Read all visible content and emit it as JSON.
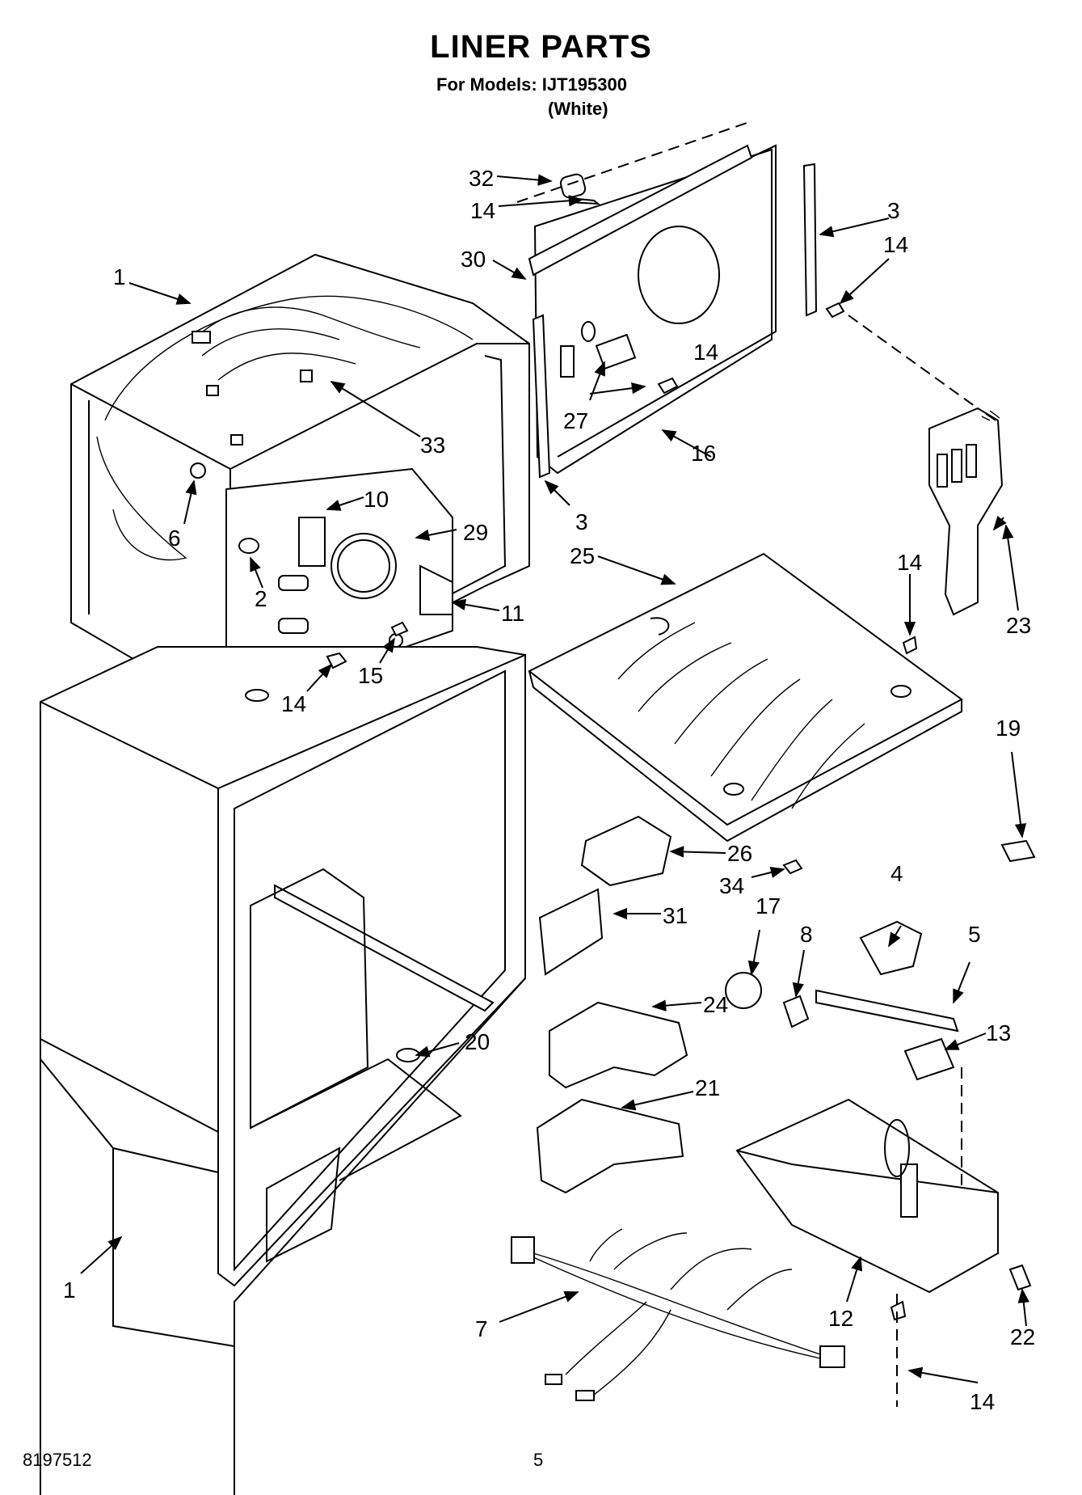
{
  "header": {
    "title": "LINER PARTS",
    "models": "For Models: IJT195300",
    "variant": "(White)"
  },
  "footer": {
    "doc_number": "8197512",
    "page_number": "5"
  },
  "callouts": {
    "c1a": "1",
    "c1b": "1",
    "c2": "2",
    "c3a": "3",
    "c3b": "3",
    "c4": "4",
    "c5": "5",
    "c6": "6",
    "c7": "7",
    "c8": "8",
    "c10": "10",
    "c11": "11",
    "c12": "12",
    "c13": "13",
    "c14a": "14",
    "c14b": "14",
    "c14c": "14",
    "c14d": "14",
    "c14e": "14",
    "c14f": "14",
    "c15": "15",
    "c16": "16",
    "c17": "17",
    "c19": "19",
    "c20": "20",
    "c21": "21",
    "c22": "22",
    "c23": "23",
    "c24": "24",
    "c25": "25",
    "c26": "26",
    "c27": "27",
    "c29": "29",
    "c30": "30",
    "c31": "31",
    "c32": "32",
    "c33": "33",
    "c34": "34"
  }
}
